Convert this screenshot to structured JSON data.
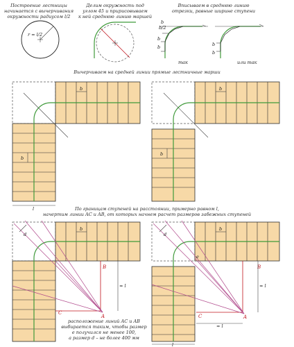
{
  "captions": {
    "step1": [
      "Построение лестницы",
      "начинается с вычерчивания",
      "окружности радиусом l/2"
    ],
    "step2": [
      "Делим окружность под",
      "углом 45 и пририсовываем",
      "к ней среднюю линию маршей"
    ],
    "step3": [
      "Вписываем в среднюю линию",
      "отрезки, равные ширине ступени"
    ],
    "step4": "Вычерчиваем на средней линии прямые лестничные марши",
    "step5": [
      "По границам ступеней на расстоянии, примерно равном l,",
      "начертим линии AC и AB, от которых начнем расчет размеров забежных ступеней"
    ],
    "note": [
      "расположение линий AC и AB",
      "выбирается таким, чтобы размер",
      "e получился не менее 100,",
      "а размер d – не более 400 мм"
    ]
  },
  "labels": {
    "radius": "r = l/2",
    "b": "b",
    "b2": "b/2",
    "l": "l",
    "approx_l": "≈ l",
    "tak": "так",
    "ili_tak": "или так",
    "A": "A",
    "B": "B",
    "C": "C",
    "d": "d",
    "e": "e"
  },
  "colors": {
    "stair": "#f7d9a7",
    "midline": "#3f9a3a",
    "construction_red": "#c0141c"
  }
}
